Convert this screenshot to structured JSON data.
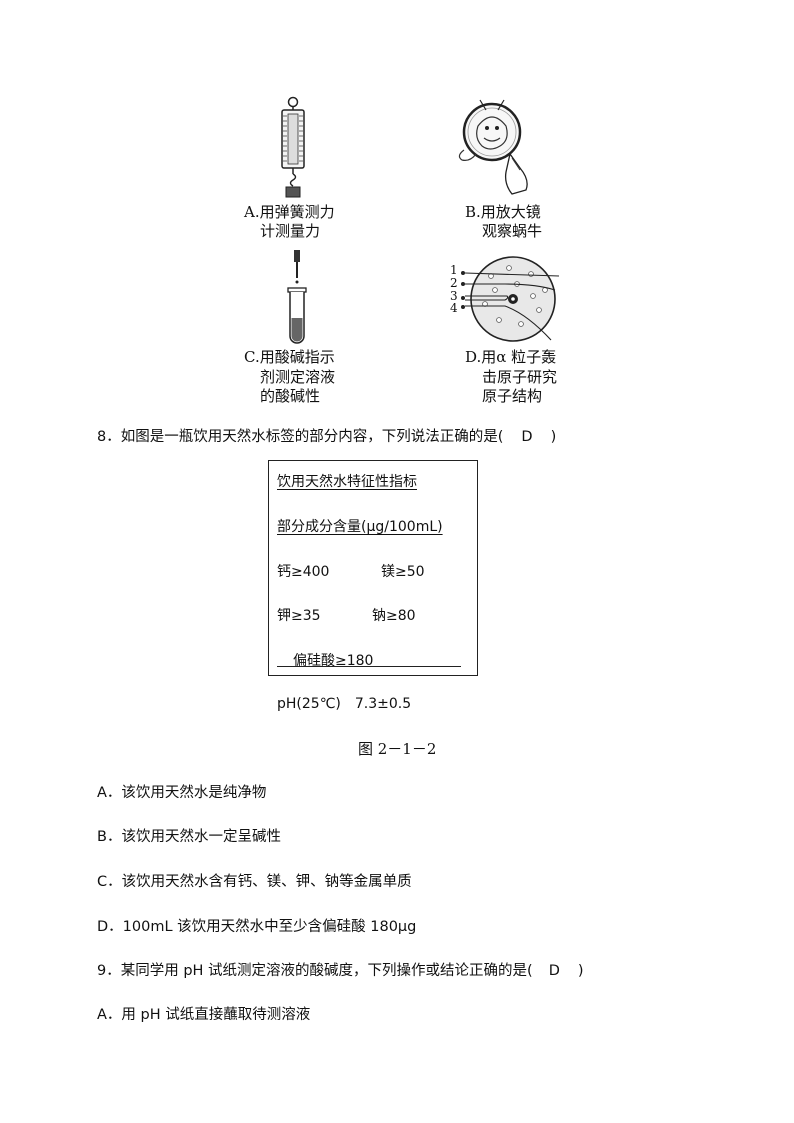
{
  "images": {
    "a": {
      "caption": [
        "A.用弹簧测力",
        "计测量力"
      ]
    },
    "b": {
      "caption": [
        "B.用放大镜",
        "观察蜗牛"
      ]
    },
    "c": {
      "caption": [
        "C.用酸碱指示",
        "剂测定溶液",
        "的酸碱性"
      ]
    },
    "d": {
      "caption": [
        "D.用α 粒子轰",
        "击原子研究",
        "原子结构"
      ],
      "numbers": [
        "1",
        "2",
        "3",
        "4"
      ]
    }
  },
  "q8": {
    "stem": "8．如图是一瓶饮用天然水标签的部分内容，下列说法正确的是(",
    "answer": "D",
    "close": ")",
    "label": {
      "title": "饮用天然水特征性指标",
      "subtitle": "部分成分含量(μg/100mL)",
      "ca": "钙≥400",
      "mg": "镁≥50",
      "k": "钾≥35",
      "na": "钠≥80",
      "silicic": "偏硅酸≥180"
    },
    "ph": "pH(25℃)　7.3±0.5",
    "figure": "图 2－1－2",
    "options": [
      "A．该饮用天然水是纯净物",
      "B．该饮用天然水一定呈碱性",
      "C．该饮用天然水含有钙、镁、钾、钠等金属单质",
      "D．100mL 该饮用天然水中至少含偏硅酸 180μg"
    ]
  },
  "q9": {
    "stem": "9．某同学用 pH 试纸测定溶液的酸碱度，下列操作或结论正确的是(",
    "answer": "D",
    "close": ")",
    "options": [
      "A．用 pH 试纸直接蘸取待测溶液"
    ]
  }
}
